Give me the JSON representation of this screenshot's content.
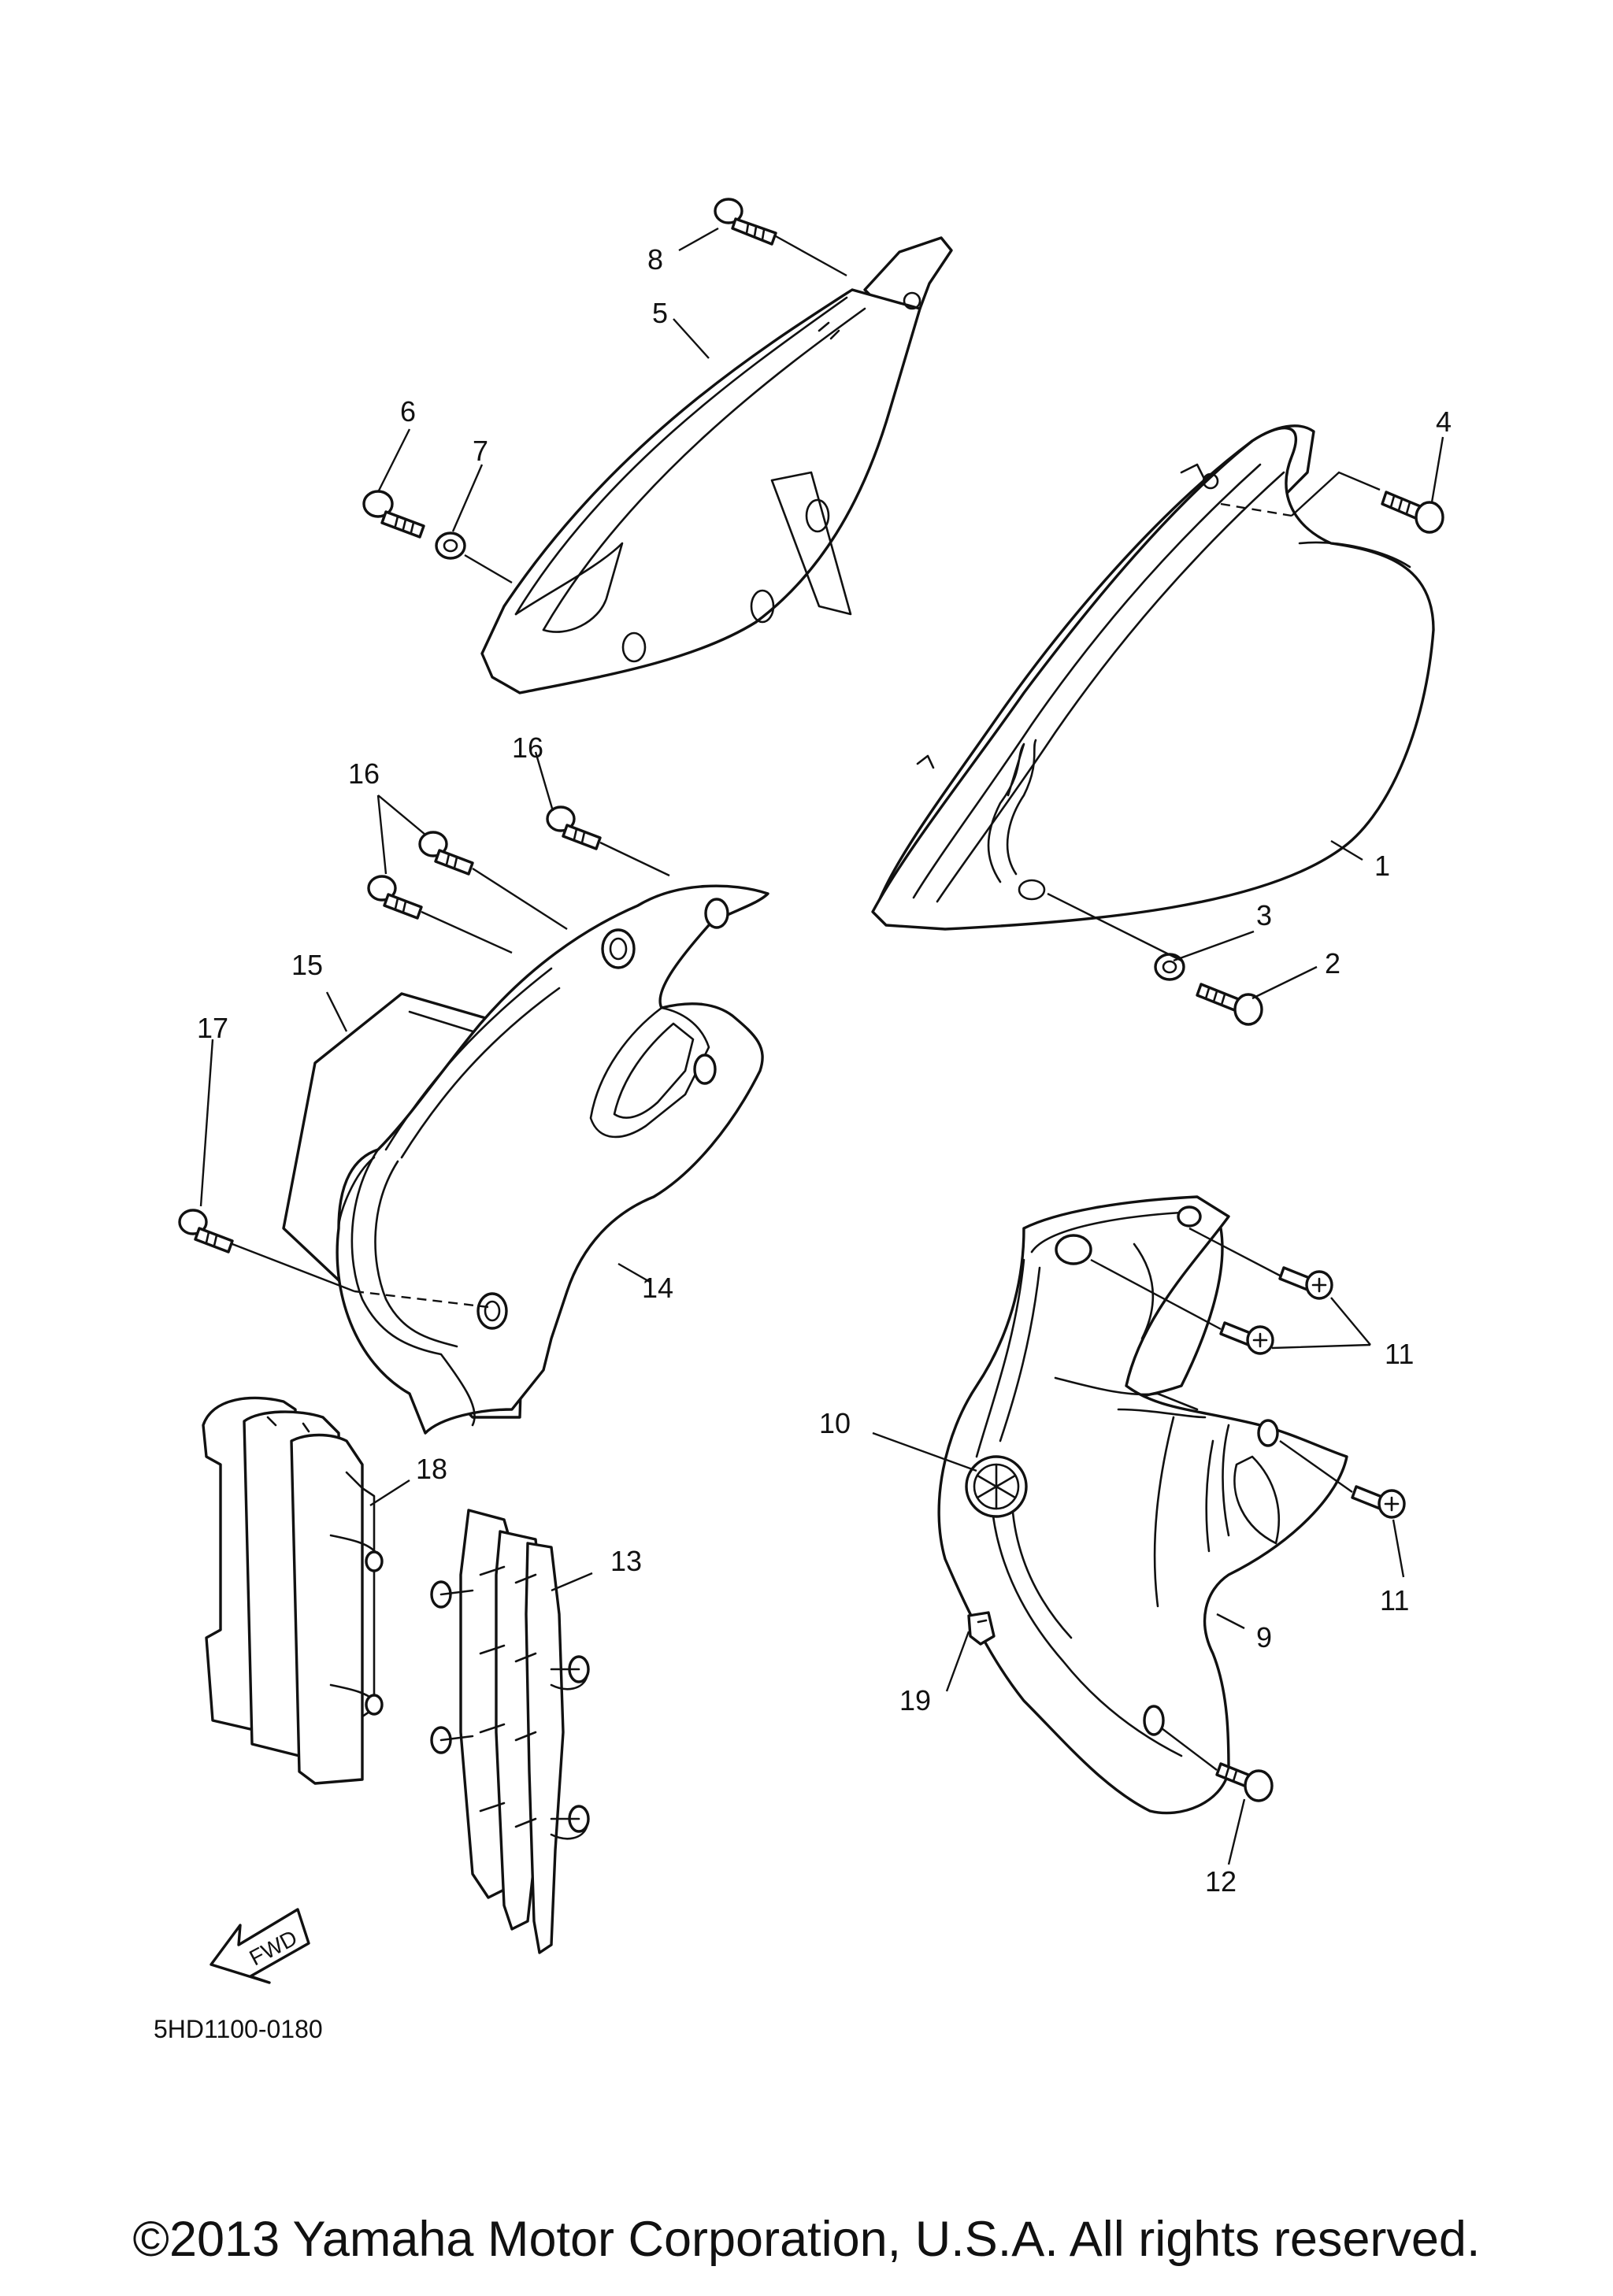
{
  "diagram": {
    "reference_code": "5HD1100-0180",
    "direction_label": "FWD",
    "copyright": "©2013 Yamaha Motor Corporation, U.S.A. All rights reserved.",
    "callouts": [
      {
        "id": "c1",
        "text": "1"
      },
      {
        "id": "c2",
        "text": "2"
      },
      {
        "id": "c3",
        "text": "3"
      },
      {
        "id": "c4",
        "text": "4"
      },
      {
        "id": "c5",
        "text": "5"
      },
      {
        "id": "c6",
        "text": "6"
      },
      {
        "id": "c7",
        "text": "7"
      },
      {
        "id": "c8",
        "text": "8"
      },
      {
        "id": "c9",
        "text": "9"
      },
      {
        "id": "c10",
        "text": "10"
      },
      {
        "id": "c11a",
        "text": "11"
      },
      {
        "id": "c11b",
        "text": "11"
      },
      {
        "id": "c12",
        "text": "12"
      },
      {
        "id": "c13",
        "text": "13"
      },
      {
        "id": "c14",
        "text": "14"
      },
      {
        "id": "c15",
        "text": "15"
      },
      {
        "id": "c16a",
        "text": "16"
      },
      {
        "id": "c16b",
        "text": "16"
      },
      {
        "id": "c17",
        "text": "17"
      },
      {
        "id": "c18",
        "text": "18"
      },
      {
        "id": "c19",
        "text": "19"
      }
    ]
  }
}
